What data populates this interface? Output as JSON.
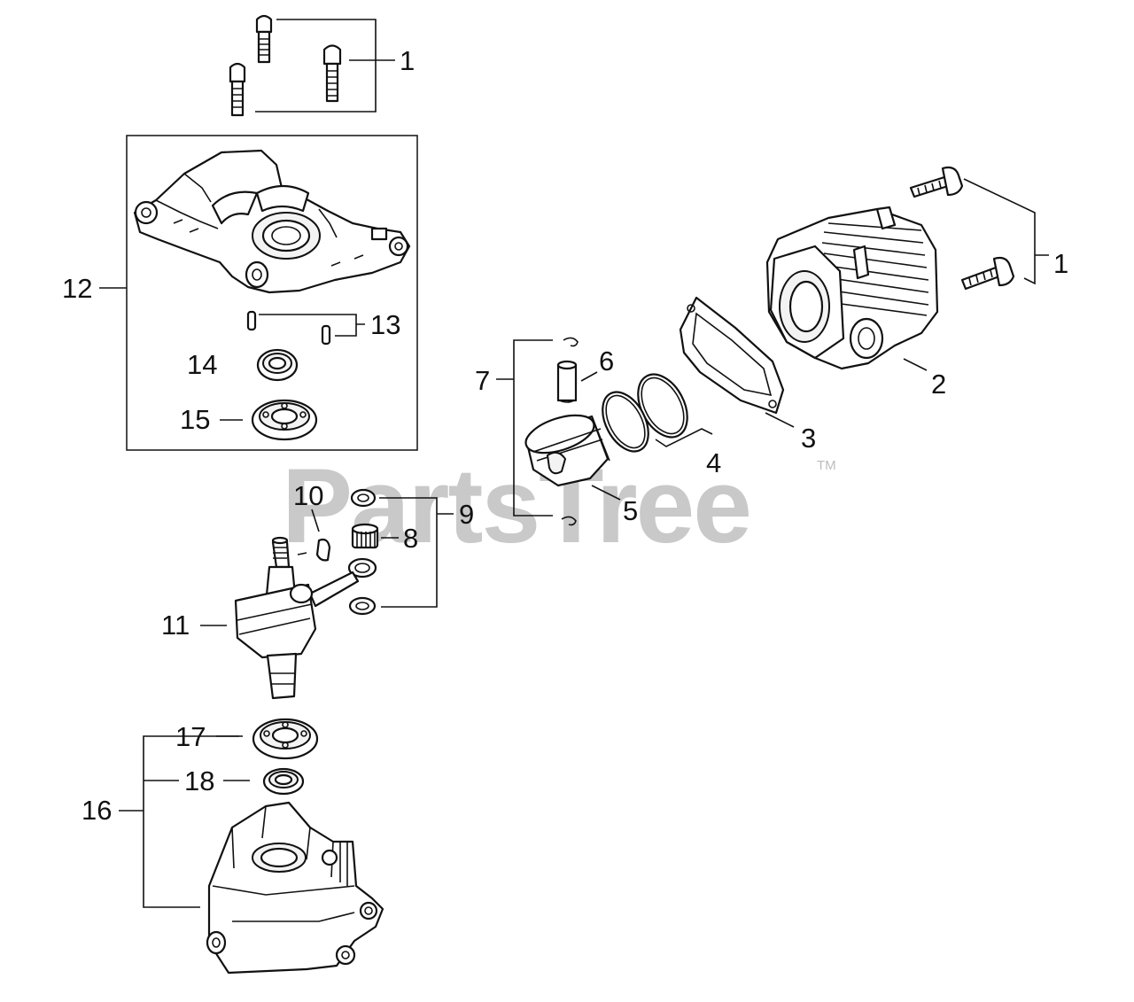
{
  "watermark": {
    "text": "PartsTree",
    "trademark": "TM"
  },
  "callouts": {
    "c1_top": "1",
    "c1_right": "1",
    "c2": "2",
    "c3": "3",
    "c4": "4",
    "c5": "5",
    "c6": "6",
    "c7": "7",
    "c8": "8",
    "c9": "9",
    "c10": "10",
    "c11": "11",
    "c12": "12",
    "c13": "13",
    "c14": "14",
    "c15": "15",
    "c16": "16",
    "c17": "17",
    "c18": "18"
  }
}
